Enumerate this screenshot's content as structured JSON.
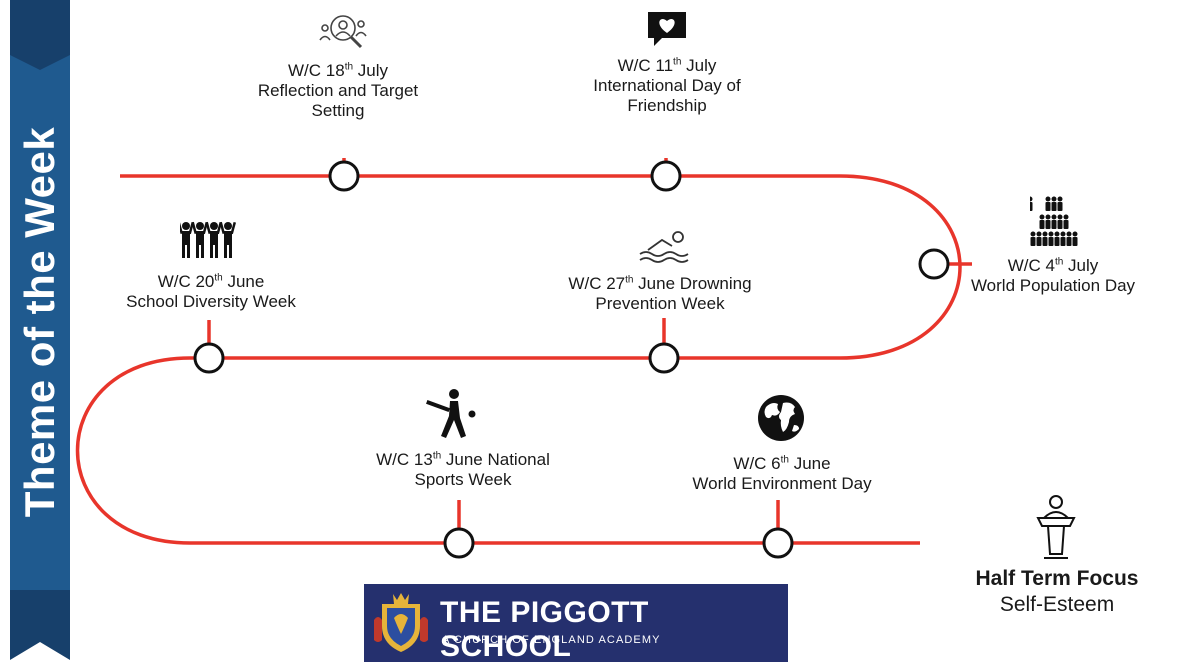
{
  "banner": {
    "title": "Theme of the Week"
  },
  "events": [
    {
      "week_prefix": "W/C 18",
      "week_suffix": "th",
      "week_rest": " July",
      "lines": [
        "Reflection and Target",
        "Setting"
      ],
      "icon": "reflection-search-icon"
    },
    {
      "week_prefix": "W/C 11",
      "week_suffix": "th",
      "week_rest": " July",
      "lines": [
        "International Day of",
        "Friendship"
      ],
      "icon": "heart-speech-bubble-icon"
    },
    {
      "week_prefix": "W/C 4",
      "week_suffix": "th",
      "week_rest": " July",
      "lines": [
        "World Population Day"
      ],
      "icon": "population-people-icon"
    },
    {
      "week_prefix": "W/C 20",
      "week_suffix": "th",
      "week_rest": " June",
      "lines": [
        "School Diversity Week"
      ],
      "icon": "diversity-people-icon"
    },
    {
      "week_prefix": "W/C 27",
      "week_suffix": "th",
      "week_rest": " June Drowning",
      "lines": [
        "Prevention Week"
      ],
      "icon": "swimmer-icon"
    },
    {
      "week_prefix": "W/C 13",
      "week_suffix": "th",
      "week_rest": " June National",
      "lines": [
        "Sports Week"
      ],
      "icon": "cricket-player-icon"
    },
    {
      "week_prefix": "W/C 6",
      "week_suffix": "th",
      "week_rest": " June",
      "lines": [
        "World Environment Day"
      ],
      "icon": "globe-icon"
    }
  ],
  "focus": {
    "title": "Half Term Focus",
    "value": "Self-Esteem",
    "icon": "lectern-icon"
  },
  "logo": {
    "name": "THE PIGGOTT SCHOOL",
    "subtitle": "A CHURCH OF ENGLAND ACADEMY",
    "icon": "school-crest-icon"
  },
  "colors": {
    "track": "#e8352b",
    "banner": "#1f5a8f",
    "ribbon": "#17406b",
    "logo_bg": "#25306e"
  }
}
